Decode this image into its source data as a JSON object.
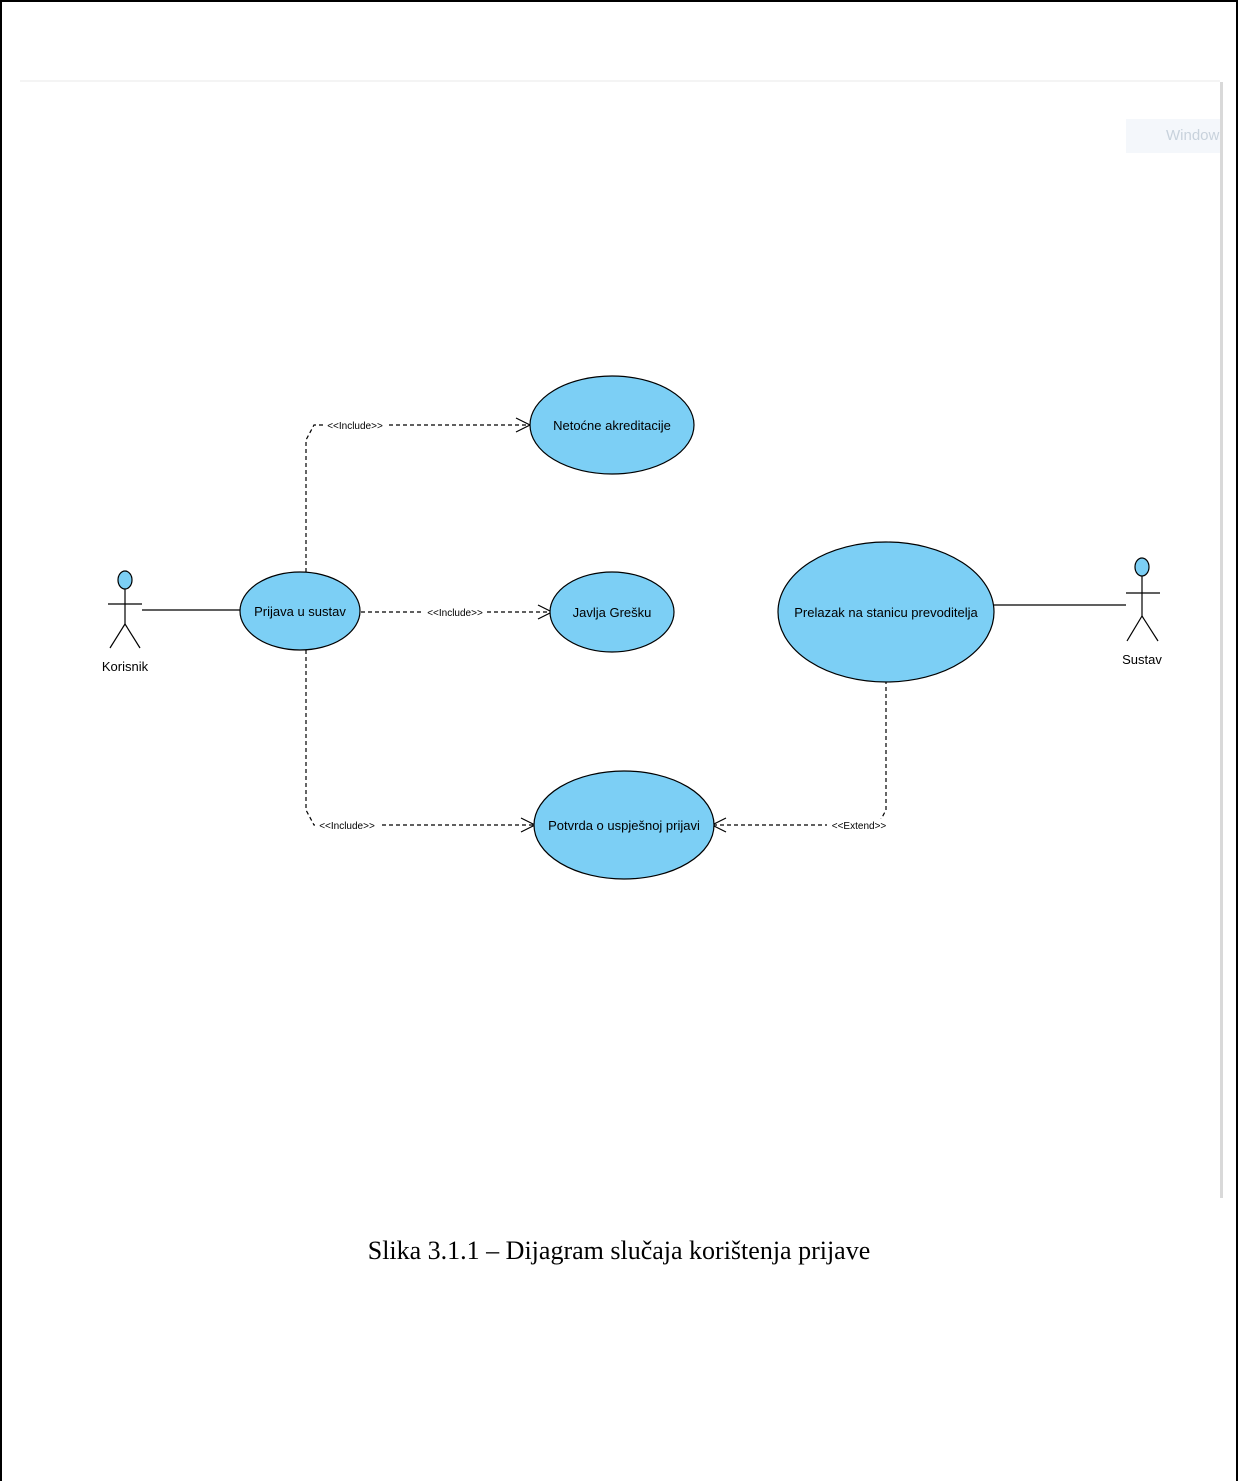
{
  "diagram": {
    "colors": {
      "usecase_fill": "#7ccff5",
      "stroke": "#000000"
    },
    "actors": [
      {
        "id": "korisnik",
        "label": "Korisnik"
      },
      {
        "id": "sustav",
        "label": "Sustav"
      }
    ],
    "use_cases": [
      {
        "id": "prijava",
        "label": "Prijava u sustav"
      },
      {
        "id": "netocne",
        "label": "Netoćne akreditacije"
      },
      {
        "id": "javlja",
        "label": "Javlja Grešku"
      },
      {
        "id": "potvrda",
        "label": "Potvrda o uspješnoj prijavi"
      },
      {
        "id": "prelazak",
        "label": "Prelazak na stanicu prevoditelja"
      }
    ],
    "relations": [
      {
        "from": "korisnik",
        "to": "prijava",
        "type": "association",
        "label": ""
      },
      {
        "from": "prijava",
        "to": "netocne",
        "type": "include",
        "label": "<<Include>>"
      },
      {
        "from": "prijava",
        "to": "javlja",
        "type": "include",
        "label": "<<Include>>"
      },
      {
        "from": "prijava",
        "to": "potvrda",
        "type": "include",
        "label": "<<Include>>"
      },
      {
        "from": "prelazak",
        "to": "potvrda",
        "type": "extend",
        "label": "<<Extend>>"
      },
      {
        "from": "sustav",
        "to": "prelazak",
        "type": "association",
        "label": ""
      }
    ]
  },
  "watermark": "Windows",
  "caption": "Slika 3.1.1 – Dijagram slučaja korištenja prijave"
}
